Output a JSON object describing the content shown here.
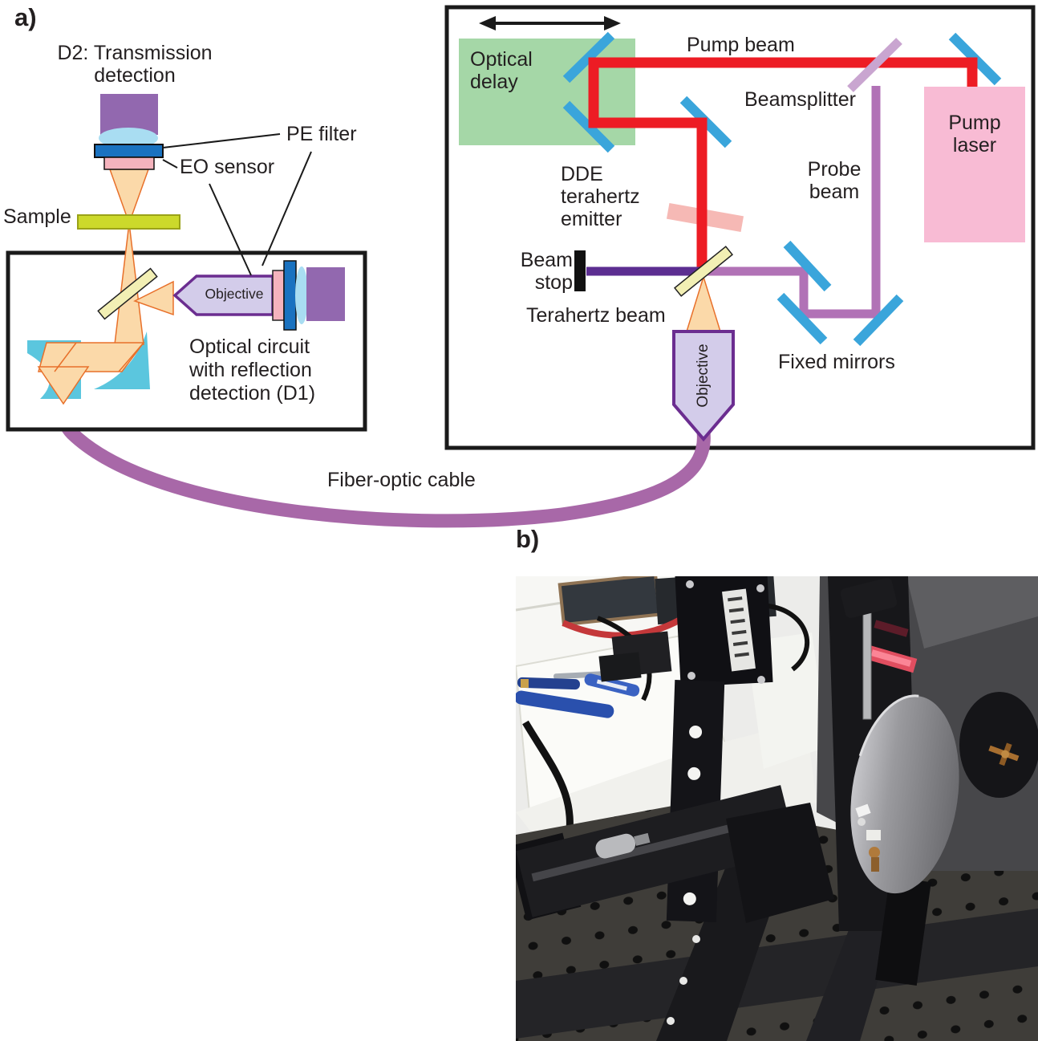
{
  "figure": {
    "panel_a_tag": "a)",
    "panel_b_tag": "b)",
    "labels": {
      "d2_detector": "D2: Transmission\ndetection",
      "pe_filter": "PE filter",
      "eo_sensor": "EO sensor",
      "sample": "Sample",
      "optical_circuit": "Optical circuit\nwith reflection\ndetection (D1)",
      "objective_left": "Objective",
      "objective_right": "Objective",
      "fiber": "Fiber-optic cable",
      "optical_delay": "Optical\ndelay",
      "pump_beam": "Pump beam",
      "beamsplitter": "Beamsplitter",
      "pump_laser": "Pump\nlaser",
      "probe_beam": "Probe\nbeam",
      "dde_emitter": "DDE\nterahertz\nemitter",
      "beam_stop": "Beam\nstop",
      "terahertz_beam": "Terahertz beam",
      "fixed_mirrors": "Fixed mirrors"
    },
    "colors": {
      "red_beam": "#ED1C24",
      "probe_beam": "#B172B6",
      "dumped_beam": "#5C2E91",
      "fiber": "#A868A8",
      "thz_fill": "#FBD9A9",
      "thz_edge": "#E8702A",
      "mirror_blue": "#3AA5DB",
      "parabolic_cyan": "#5BC6DE",
      "delay_green": "#A5D7A7",
      "beamsplitter_lavender": "#C9A5D0",
      "pump_laser_pink": "#F8BBD4",
      "emitter_pink": "#F4A7A3",
      "pellicle_yellow": "#F2EFB4",
      "objective_fill": "#D3CCEA",
      "objective_border": "#6B2D90",
      "detector_purple": "#9268AF",
      "lens_blue": "#A9DDF2",
      "pe_filter_blue": "#1A72C0",
      "eo_sensor_pink": "#F5B3BD",
      "sample_yellow": "#CCD92B",
      "outline_black": "#1a1a1a"
    }
  }
}
